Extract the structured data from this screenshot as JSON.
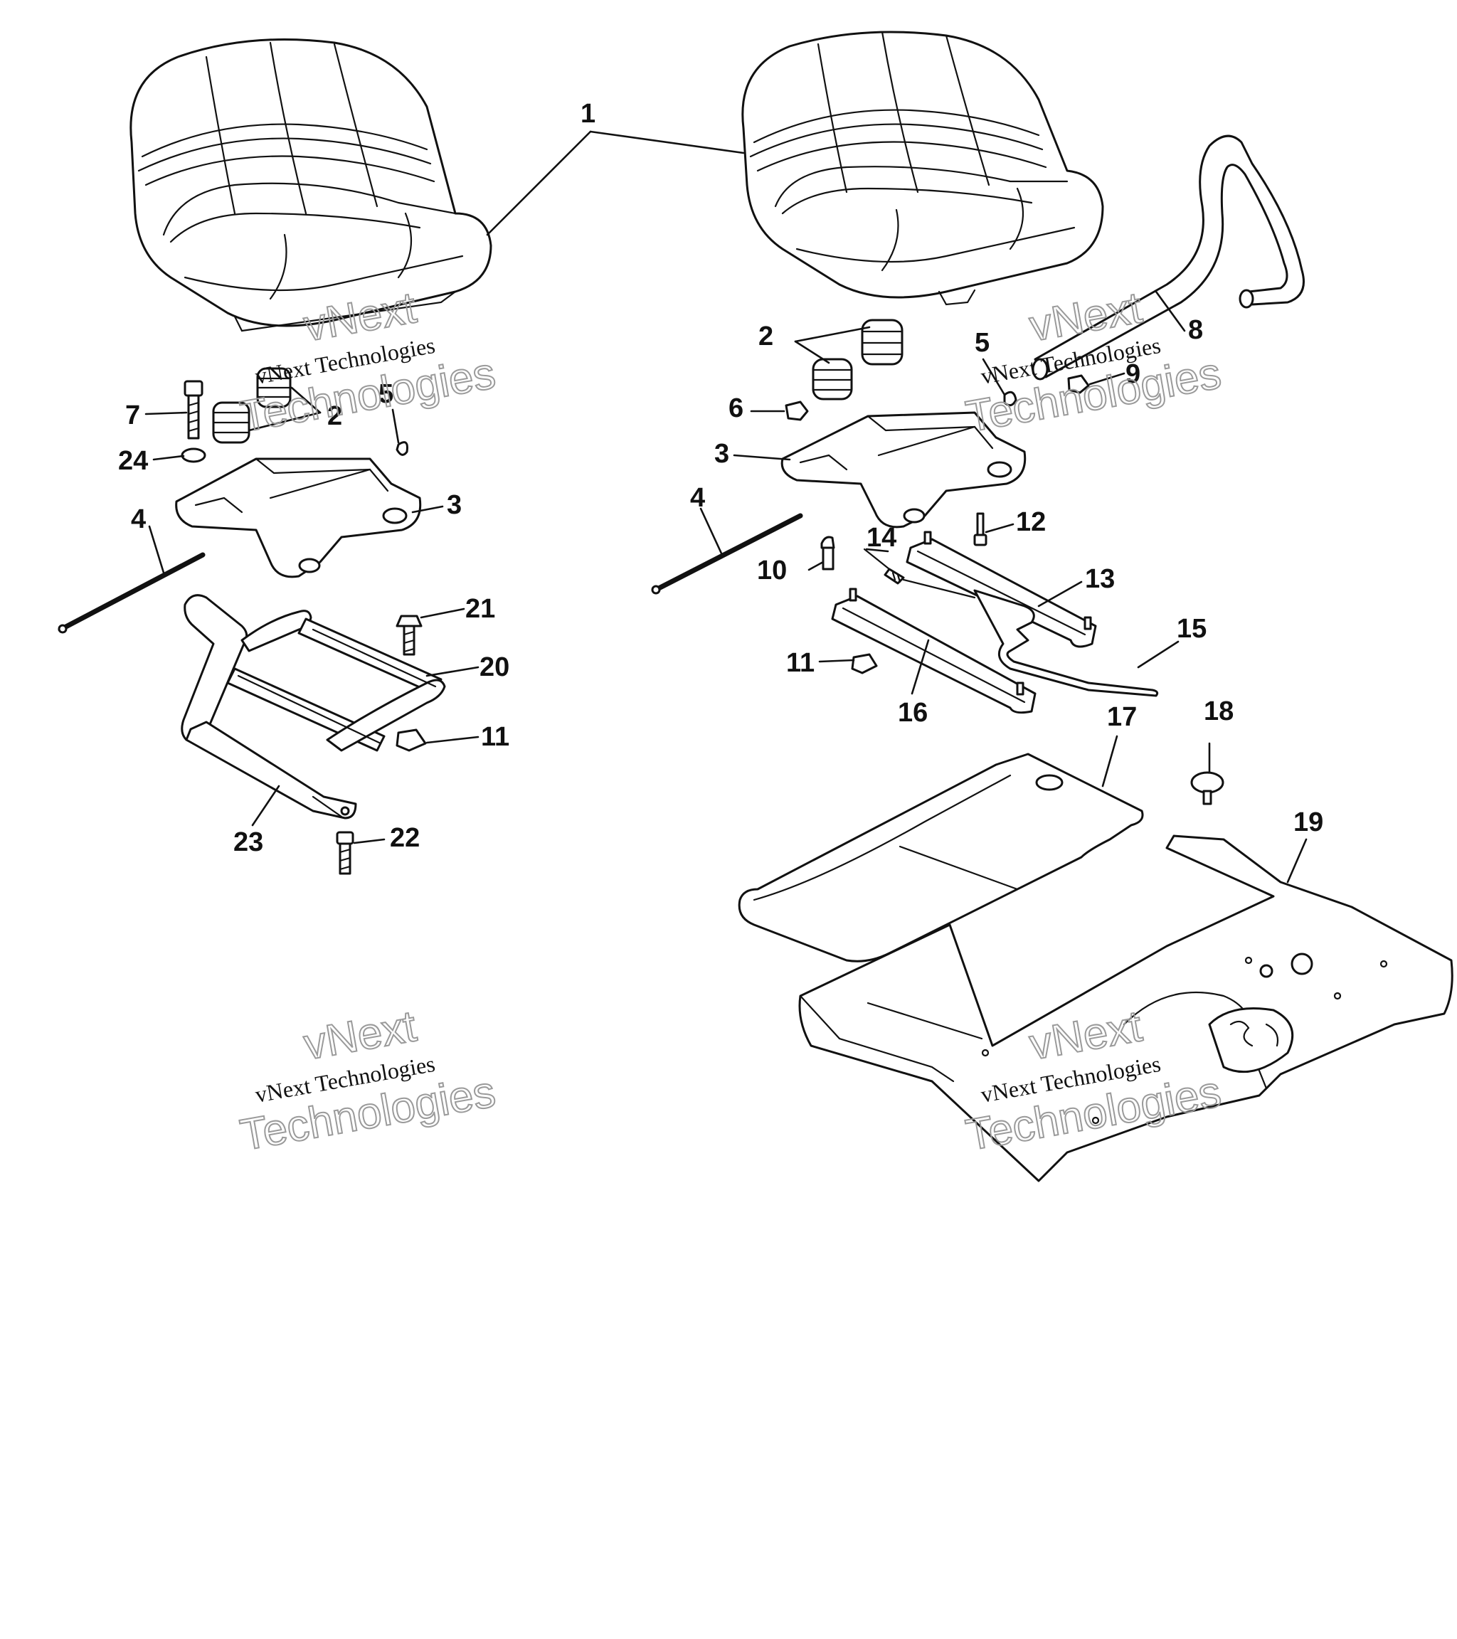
{
  "callouts": {
    "c1": "1",
    "c2": "2",
    "c3": "3",
    "c4": "4",
    "c5": "5",
    "c6": "6",
    "c7": "7",
    "c8": "8",
    "c9": "9",
    "c10": "10",
    "c11": "11",
    "c12": "12",
    "c13": "13",
    "c14": "14",
    "c15": "15",
    "c16": "16",
    "c17": "17",
    "c18": "18",
    "c19": "19",
    "c20": "20",
    "c21": "21",
    "c22": "22",
    "c23": "23",
    "c24": "24"
  },
  "watermark": {
    "line1": "vNext",
    "line2": "vNext Technologies",
    "line3": "Technologies"
  }
}
